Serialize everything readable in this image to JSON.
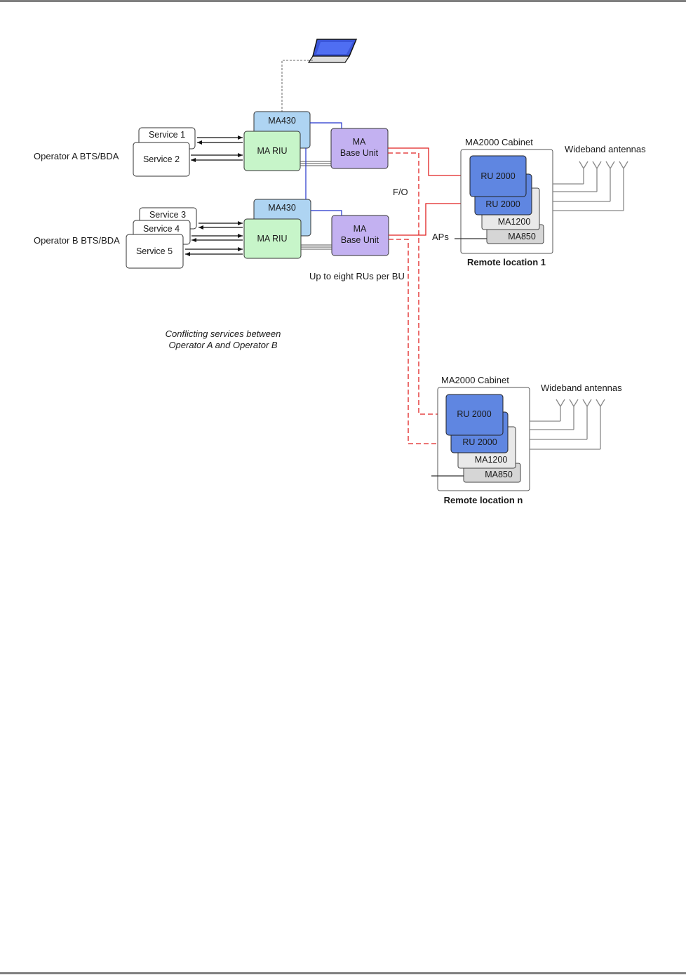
{
  "laptop_icon": "laptop-icon",
  "operators": {
    "a_label": "Operator A BTS/BDA",
    "b_label": "Operator B BTS/BDA"
  },
  "services": {
    "s1": "Service 1",
    "s2": "Service 2",
    "s3": "Service 3",
    "s4": "Service 4",
    "s5": "Service 5"
  },
  "riu": {
    "ma430": "MA430",
    "ma_riu": "MA RIU"
  },
  "base_unit": {
    "line1": "MA",
    "line2": "Base Unit"
  },
  "labels": {
    "fo": "F/O",
    "up_to_eight": "Up to eight RUs per BU",
    "conflict_line1": "Conflicting services between",
    "conflict_line2": "Operator A  and Operator B",
    "aps": "APs"
  },
  "remote1": {
    "cabinet_title": "MA2000 Cabinet",
    "antennas_label": "Wideband antennas",
    "ru_top": "RU 2000",
    "ru_second": "RU 2000",
    "ma1200": "MA1200",
    "ma850": "MA850",
    "caption": "Remote location 1"
  },
  "remote_n": {
    "cabinet_title": "MA2000 Cabinet",
    "antennas_label": "Wideband antennas",
    "ru_top": "RU 2000",
    "ru_second": "RU 2000",
    "ma1200": "MA1200",
    "ma850": "MA850",
    "caption": "Remote location n"
  },
  "colors": {
    "ma430_fill": "#aed4f2",
    "riu_fill": "#c7f5c9",
    "base_unit_fill": "#c3b1f1",
    "ru_fill": "#5f86e1",
    "ma_grey_fill": "#d6d6d6",
    "fiber_red": "#e02020",
    "link_blue": "#2233cc"
  }
}
